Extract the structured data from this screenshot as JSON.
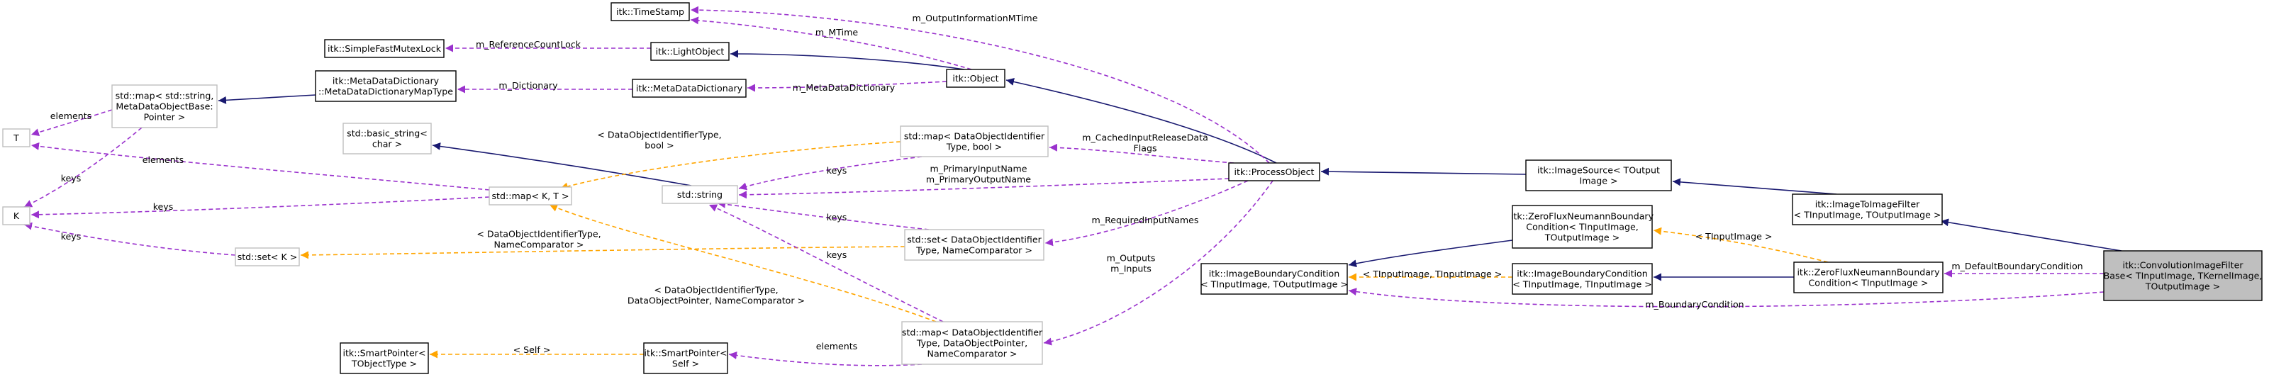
{
  "colors": {
    "inheritance": "#191970",
    "usage": "#9a32cd",
    "template": "#ffa500",
    "node_border": "#000000",
    "node_border_faded": "#bfbfbf",
    "node_fill": "#ffffff",
    "focus_fill": "#bfbfbf"
  },
  "nodes": [
    {
      "id": "conv",
      "lines": [
        "itk::ConvolutionImageFilter",
        "Base< TInputImage, TKernelImage,",
        "TOutputImage >"
      ],
      "style": "focus"
    },
    {
      "id": "imgfilter",
      "lines": [
        "itk::ImageToImageFilter",
        "< TInputImage, TOutputImage >"
      ],
      "style": "normal"
    },
    {
      "id": "imgsource",
      "lines": [
        "itk::ImageSource< TOutput",
        "Image >"
      ],
      "style": "normal"
    },
    {
      "id": "procobj",
      "lines": [
        "itk::ProcessObject"
      ],
      "style": "normal"
    },
    {
      "id": "object",
      "lines": [
        "itk::Object"
      ],
      "style": "normal"
    },
    {
      "id": "lightobj",
      "lines": [
        "itk::LightObject"
      ],
      "style": "normal"
    },
    {
      "id": "timestamp",
      "lines": [
        "itk::TimeStamp"
      ],
      "style": "normal"
    },
    {
      "id": "mutex",
      "lines": [
        "itk::SimpleFastMutexLock"
      ],
      "style": "normal"
    },
    {
      "id": "mddict",
      "lines": [
        "itk::MetaDataDictionary"
      ],
      "style": "normal"
    },
    {
      "id": "mddicttype",
      "lines": [
        "itk::MetaDataDictionary",
        "::MetaDataDictionaryMapType"
      ],
      "style": "normal"
    },
    {
      "id": "stdmapstr",
      "lines": [
        "std::map< std::string,",
        "MetaDataObjectBase:",
        "Pointer >"
      ],
      "style": "faded"
    },
    {
      "id": "T",
      "lines": [
        "T"
      ],
      "style": "faded"
    },
    {
      "id": "K",
      "lines": [
        "K"
      ],
      "style": "faded"
    },
    {
      "id": "basicstr",
      "lines": [
        "std::basic_string<",
        "char >"
      ],
      "style": "faded"
    },
    {
      "id": "mapKT",
      "lines": [
        "std::map< K, T >"
      ],
      "style": "faded"
    },
    {
      "id": "stdstring",
      "lines": [
        "std::string"
      ],
      "style": "faded"
    },
    {
      "id": "setK",
      "lines": [
        "std::set< K >"
      ],
      "style": "faded"
    },
    {
      "id": "mapbool",
      "lines": [
        "std::map< DataObjectIdentifier",
        "Type, bool >"
      ],
      "style": "faded"
    },
    {
      "id": "setdoit",
      "lines": [
        "std::set< DataObjectIdentifier",
        "Type, NameComparator >"
      ],
      "style": "faded"
    },
    {
      "id": "mapdop",
      "lines": [
        "std::map< DataObjectIdentifier",
        "Type, DataObjectPointer,",
        "NameComparator >"
      ],
      "style": "faded"
    },
    {
      "id": "smartself",
      "lines": [
        "itk::SmartPointer<",
        "Self >"
      ],
      "style": "normal"
    },
    {
      "id": "smartT",
      "lines": [
        "itk::SmartPointer<",
        "TObjectType >"
      ],
      "style": "normal"
    },
    {
      "id": "ibc",
      "lines": [
        "itk::ImageBoundaryCondition",
        "< TInputImage, TOutputImage >"
      ],
      "style": "normal"
    },
    {
      "id": "ibcin",
      "lines": [
        "itk::ImageBoundaryCondition",
        "< TInputImage, TInputImage >"
      ],
      "style": "normal"
    },
    {
      "id": "zfnb",
      "lines": [
        "itk::ZeroFluxNeumannBoundary",
        "Condition< TInputImage,",
        "TOutputImage >"
      ],
      "style": "normal"
    },
    {
      "id": "zfnbin",
      "lines": [
        "itk::ZeroFluxNeumannBoundary",
        "Condition< TInputImage >"
      ],
      "style": "normal"
    }
  ],
  "edges": [
    {
      "id": "e-conv-imgfilter",
      "kind": "inheritance",
      "label": []
    },
    {
      "id": "e-conv-zfnbin",
      "kind": "usage",
      "label": [
        "m_DefaultBoundaryCondition"
      ]
    },
    {
      "id": "e-conv-ibc",
      "kind": "usage",
      "label": [
        "m_BoundaryCondition"
      ]
    },
    {
      "id": "e-imgfilter-imgsource",
      "kind": "inheritance",
      "label": []
    },
    {
      "id": "e-imgsource-procobj",
      "kind": "inheritance",
      "label": []
    },
    {
      "id": "e-procobj-object",
      "kind": "inheritance",
      "label": []
    },
    {
      "id": "e-object-lightobj",
      "kind": "inheritance",
      "label": []
    },
    {
      "id": "e-object-timestamp",
      "kind": "usage",
      "label": [
        "m_MTime"
      ]
    },
    {
      "id": "e-procobj-timestamp",
      "kind": "usage",
      "label": [
        "m_OutputInformationMTime"
      ]
    },
    {
      "id": "e-lightobj-mutex",
      "kind": "usage",
      "label": [
        "m_ReferenceCountLock"
      ]
    },
    {
      "id": "e-object-mddict",
      "kind": "usage",
      "label": [
        "m_MetaDataDictionary"
      ]
    },
    {
      "id": "e-mddict-mddicttype",
      "kind": "usage",
      "label": [
        "m_Dictionary"
      ]
    },
    {
      "id": "e-mddicttype-stdmapstr",
      "kind": "inheritance",
      "label": []
    },
    {
      "id": "e-stdmapstr-T",
      "kind": "usage",
      "label": [
        "elements"
      ]
    },
    {
      "id": "e-stdmapstr-K",
      "kind": "usage",
      "label": [
        "keys"
      ]
    },
    {
      "id": "e-mapKT-T",
      "kind": "usage",
      "label": [
        "elements"
      ]
    },
    {
      "id": "e-mapKT-K",
      "kind": "usage",
      "label": [
        "keys"
      ]
    },
    {
      "id": "e-setK-K",
      "kind": "usage",
      "label": [
        "keys"
      ]
    },
    {
      "id": "e-stdstring-basicstr",
      "kind": "inheritance",
      "label": []
    },
    {
      "id": "e-mapbool-mapKT",
      "kind": "template",
      "label": [
        "< DataObjectIdentifierType,",
        "bool >"
      ]
    },
    {
      "id": "e-mapdop-mapKT",
      "kind": "template",
      "label": [
        "< DataObjectIdentifierType,",
        "DataObjectPointer, NameComparator >"
      ]
    },
    {
      "id": "e-setdoit-setK",
      "kind": "template",
      "label": [
        "< DataObjectIdentifierType,",
        "NameComparator >"
      ]
    },
    {
      "id": "e-mapbool-stdstring",
      "kind": "usage",
      "label": [
        "keys"
      ]
    },
    {
      "id": "e-setdoit-stdstring",
      "kind": "usage",
      "label": [
        "keys"
      ]
    },
    {
      "id": "e-mapdop-stdstring",
      "kind": "usage",
      "label": [
        "keys"
      ]
    },
    {
      "id": "e-procobj-stdstring",
      "kind": "usage",
      "label": [
        "m_PrimaryInputName",
        "m_PrimaryOutputName"
      ]
    },
    {
      "id": "e-procobj-mapbool",
      "kind": "usage",
      "label": [
        "m_CachedInputReleaseData",
        "Flags"
      ]
    },
    {
      "id": "e-procobj-setdoit",
      "kind": "usage",
      "label": [
        "m_RequiredInputNames"
      ]
    },
    {
      "id": "e-procobj-mapdop",
      "kind": "usage",
      "label": [
        "m_Outputs",
        "m_Inputs"
      ]
    },
    {
      "id": "e-mapdop-smartself",
      "kind": "usage",
      "label": [
        "elements"
      ]
    },
    {
      "id": "e-smartself-smartT",
      "kind": "template",
      "label": [
        "< Self >"
      ]
    },
    {
      "id": "e-ibcin-ibc",
      "kind": "template",
      "label": [
        "< TInputImage, TInputImage >"
      ]
    },
    {
      "id": "e-zfnb-ibc",
      "kind": "inheritance",
      "label": []
    },
    {
      "id": "e-zfnbin-ibcin",
      "kind": "inheritance",
      "label": []
    },
    {
      "id": "e-zfnbin-zfnb",
      "kind": "template",
      "label": [
        "< TInputImage >"
      ]
    }
  ]
}
